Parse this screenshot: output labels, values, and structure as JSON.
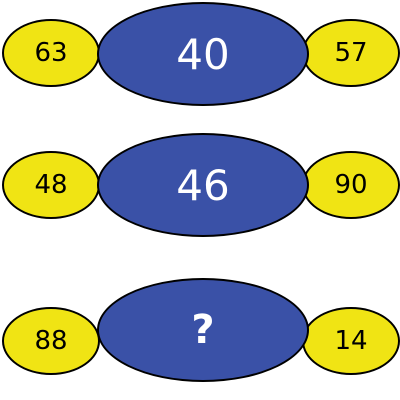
{
  "colors": {
    "side_fill": "#f0e414",
    "center_fill": "#3a51a7",
    "outline": "#000000",
    "center_text": "#ffffff",
    "side_text": "#000000"
  },
  "puzzle": {
    "rows": [
      {
        "left": "63",
        "center": "40",
        "right": "57"
      },
      {
        "left": "48",
        "center": "46",
        "right": "90"
      },
      {
        "left": "88",
        "center": "?",
        "right": "14"
      }
    ]
  }
}
